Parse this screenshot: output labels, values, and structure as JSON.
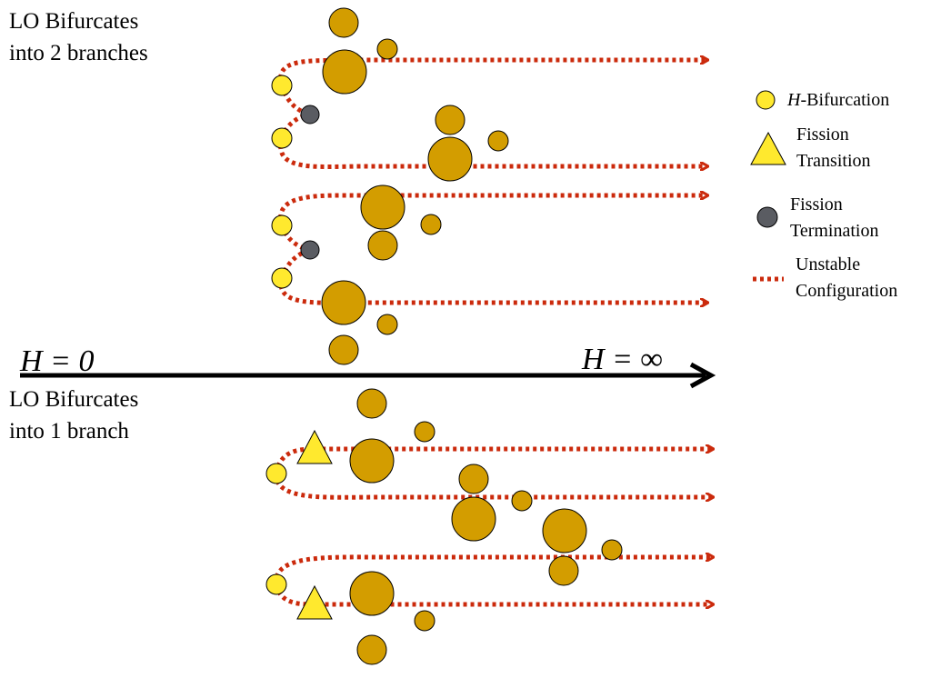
{
  "labels": {
    "top_line1": "LO Bifurcates",
    "top_line2": "into 2 branches",
    "bottom_line1": "LO Bifurcates",
    "bottom_line2": "into 1 branch",
    "h_zero": "H = 0",
    "h_inf": "H = ∞"
  },
  "legend": {
    "h_bif_prefix": "H",
    "h_bif_suffix": "-Bifurcation",
    "fission_transition_1": "Fission",
    "fission_transition_2": "Transition",
    "fission_termination_1": "Fission",
    "fission_termination_2": "Termination",
    "unstable_1": "Unstable",
    "unstable_2": "Configuration"
  },
  "colors": {
    "bifurcation_fill": "#FFE92E",
    "bubble_fill": "#D39D00",
    "termination_fill": "#5A5C62",
    "unstable_dash": "#CB2A0C",
    "axis": "#000000"
  }
}
